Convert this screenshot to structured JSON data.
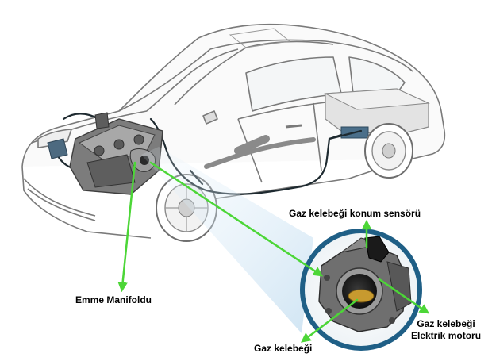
{
  "labels": {
    "throttle_position_sensor": "Gaz kelebeği konum sensörü",
    "intake_manifold": "Emme Manifoldu",
    "throttle_motor_line1": "Gaz kelebeği",
    "throttle_motor_line2": "Elektrik motoru",
    "throttle_valve": "Gaz kelebeği"
  },
  "colors": {
    "arrow": "#4cd637",
    "car_outline": "#7a7a7a",
    "engine": "#6b6b6b",
    "lens_ring": "#1f5f86",
    "beam": "#cfe4f3",
    "hose": "#1e2a30",
    "text": "#000000"
  },
  "icons": {
    "car": "car-illustration",
    "engine": "engine-block",
    "throttle_body": "throttle-body-closeup"
  }
}
